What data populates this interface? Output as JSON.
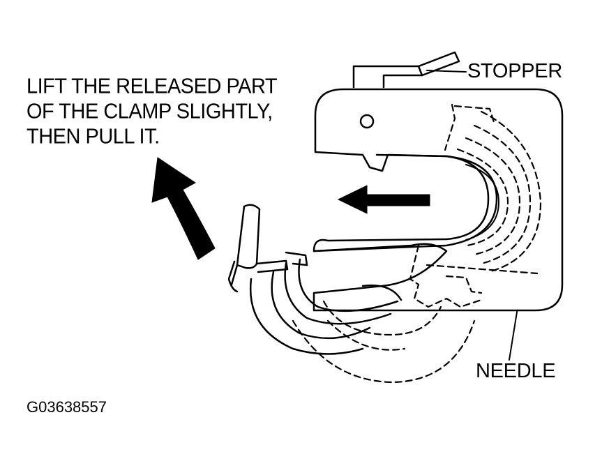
{
  "instruction": {
    "lines": [
      "LIFT THE RELEASED PART",
      "OF THE CLAMP SLIGHTLY,",
      "THEN PULL IT."
    ]
  },
  "labels": {
    "stopper": "STOPPER",
    "needle": "NEEDLE"
  },
  "figure_id": "G03638557"
}
